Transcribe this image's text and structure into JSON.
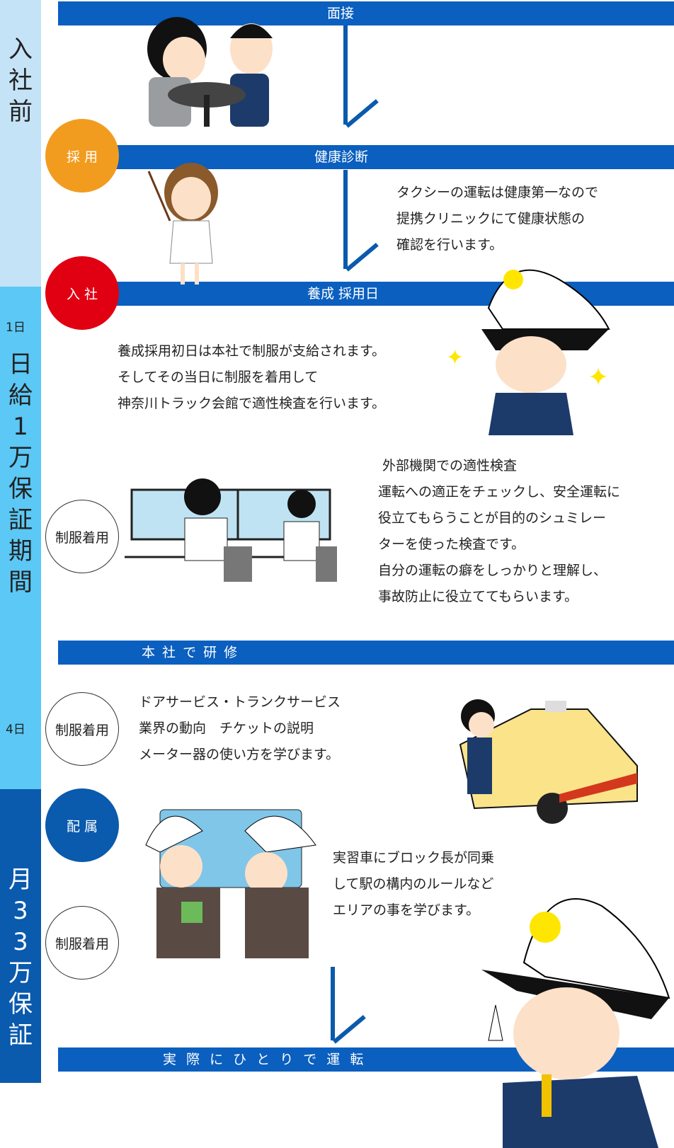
{
  "sidebar": {
    "phase1": "入社前",
    "day1": "1日",
    "phase2": "日給1万保証期間",
    "day4": "4日",
    "phase3": "月33万保証"
  },
  "bars": [
    "面接",
    "健康診断",
    "養成 採用日",
    "本 社 で 研 修",
    "実 際 に ひ と り で 運 転"
  ],
  "circles": {
    "hire": "採 用",
    "join": "入 社",
    "uniform1": "制服着用",
    "uniform2": "制服着用",
    "assign": "配 属",
    "uniform3": "制服着用"
  },
  "texts": {
    "health": [
      "タクシーの運転は健康第一なので",
      "提携クリニックにて健康状態の",
      "確認を行います。"
    ],
    "day1": [
      "養成採用初日は本社で制服が支給されます。",
      "そしてその当日に制服を着用して",
      "神奈川トラック会館で適性検査を行います。"
    ],
    "aptitude": [
      "外部機関での適性検査",
      "運転への適正をチェックし、安全運転に",
      "役立てもらうことが目的のシュミレー",
      "ターを使った検査です。",
      "自分の運転の癖をしっかりと理解し、",
      "事故防止に役立ててもらいます。"
    ],
    "training": [
      "ドアサービス・トランクサービス",
      "業界の動向　チケットの説明",
      "メーター器の使い方を学びます。"
    ],
    "practice": [
      "実習車にブロック長が同乗",
      "して駅の構内のルールなど",
      "エリアの事を学びます。"
    ]
  },
  "colors": {
    "bar": "#0a5fbf",
    "hire": "#f29c1f",
    "join": "#e00012",
    "assign": "#0a5aad"
  }
}
